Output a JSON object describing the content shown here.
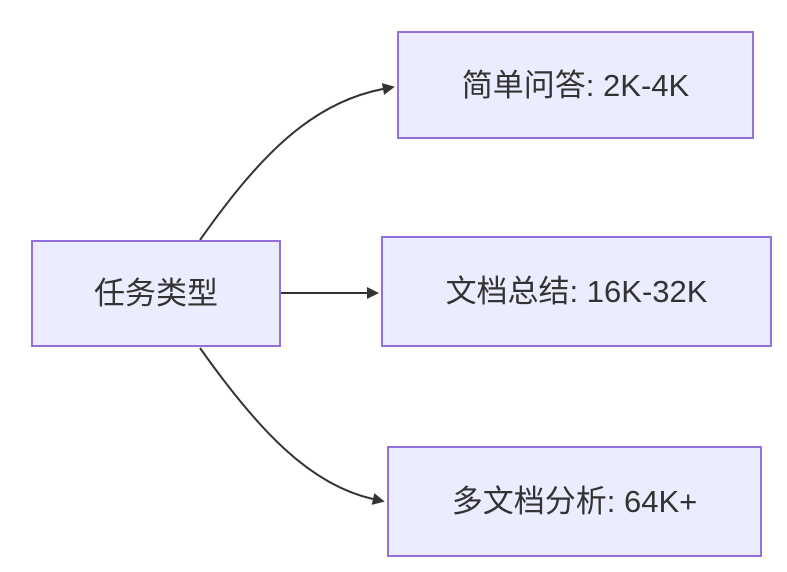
{
  "diagram": {
    "colors": {
      "background": "#ffffff",
      "node_fill": "#ececff",
      "node_border": "#9370db",
      "edge_color": "#333333",
      "text_color": "#333333"
    },
    "root": {
      "label": "任务类型"
    },
    "branches": [
      {
        "label": "简单问答: 2K-4K"
      },
      {
        "label": "文档总结: 16K-32K"
      },
      {
        "label": "多文档分析: 64K+"
      }
    ]
  }
}
